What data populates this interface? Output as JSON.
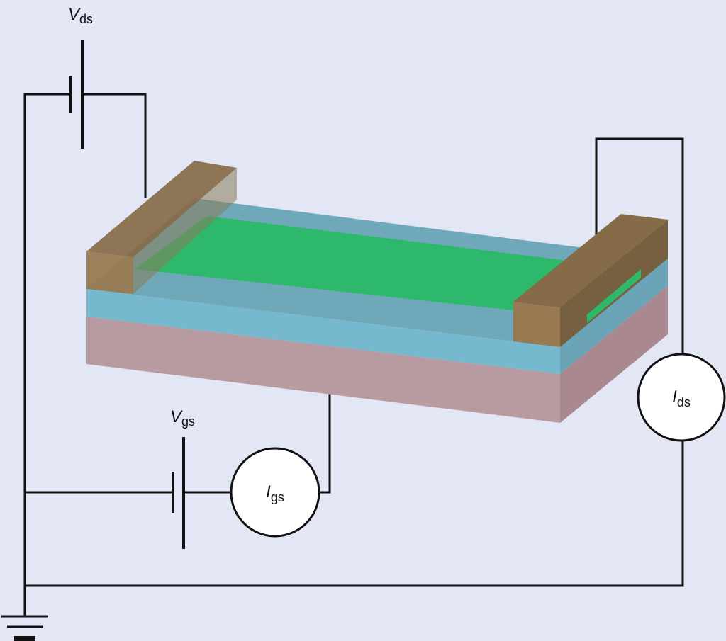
{
  "labels": {
    "vds": {
      "main": "V",
      "sub": "ds"
    },
    "vgs": {
      "main": "V",
      "sub": "gs"
    },
    "igs": {
      "main": "I",
      "sub": "gs"
    },
    "ids": {
      "main": "I",
      "sub": "ds"
    }
  },
  "colors": {
    "background": "#e3e7f5",
    "substrate_front": "#b89ba0",
    "substrate_side": "#a9898f",
    "dielectric_front": "#76b8cd",
    "dielectric_top": "#6fa8b8",
    "dielectric_side": "#6aa4b6",
    "channel": "#2db86b",
    "electrode_front": "#987a52",
    "electrode_top": "#856b48",
    "electrode_side": "#76603f",
    "wire": "#111111"
  }
}
